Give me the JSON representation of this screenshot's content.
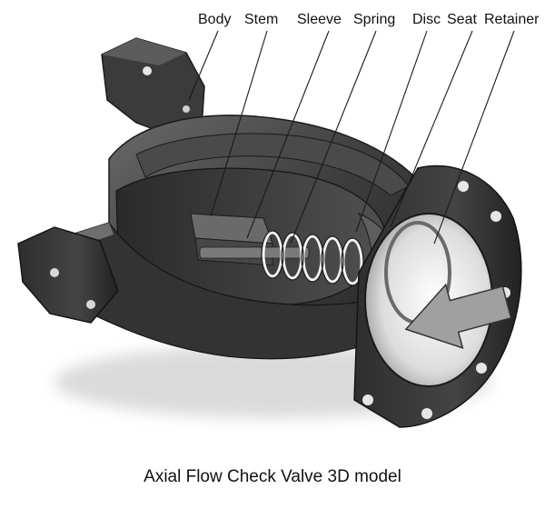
{
  "labels": [
    {
      "id": "body",
      "text": "Body"
    },
    {
      "id": "stem",
      "text": "Stem"
    },
    {
      "id": "sleeve",
      "text": "Sleeve"
    },
    {
      "id": "spring",
      "text": "Spring"
    },
    {
      "id": "disc",
      "text": "Disc"
    },
    {
      "id": "seat",
      "text": "Seat"
    },
    {
      "id": "retainer",
      "text": "Retainer"
    }
  ],
  "caption": "Axial Flow Check Valve 3D model",
  "colors": {
    "metal_dark": "#3a3a3a",
    "metal_mid": "#5a5a5a",
    "metal_light": "#8a8a8a",
    "bore_light": "#e8e8e8",
    "arrow": "#9a9a9a"
  }
}
